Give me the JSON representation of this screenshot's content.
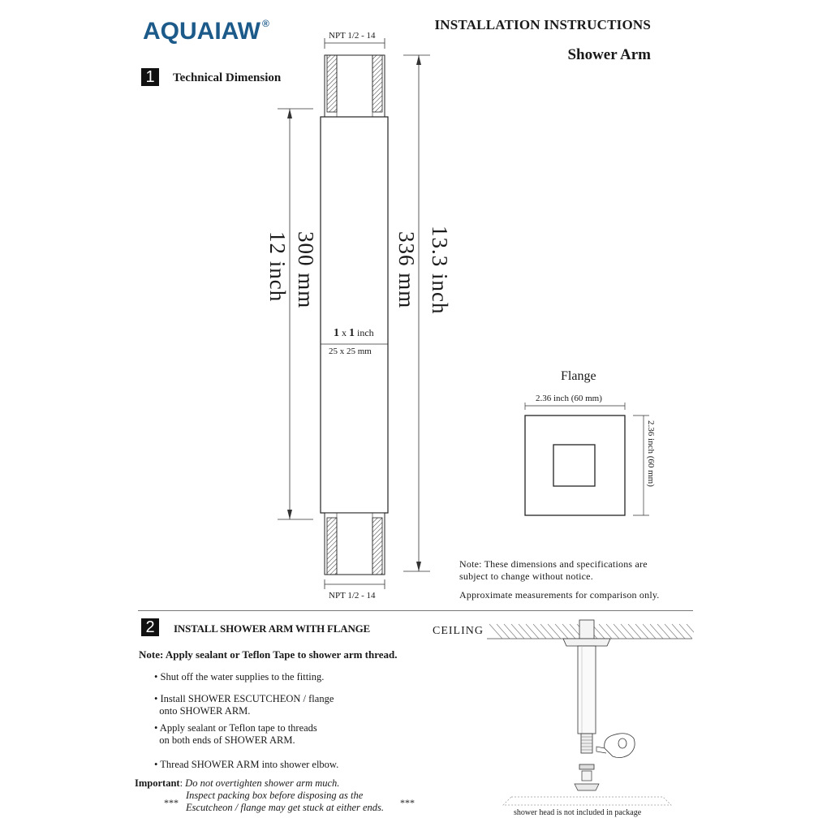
{
  "header": {
    "logo_text": "AQUAIAW",
    "logo_symbol": "®",
    "title": "INSTALLATION INSTRUCTIONS",
    "subtitle": "Shower Arm"
  },
  "section1": {
    "number": "1",
    "title": "Technical Dimension",
    "npt_top": "NPT 1/2 - 14",
    "npt_bottom": "NPT 1/2 - 14",
    "length_mm": "300 mm",
    "length_in": "12 inch",
    "total_mm": "336 mm",
    "total_in": "13.3 inch",
    "section_in_a": "1",
    "section_in_x": " x ",
    "section_in_b": "1",
    "section_in_unit": " inch",
    "section_mm": "25 x 25 mm",
    "flange_title": "Flange",
    "flange_width": "2.36 inch (60 mm)",
    "flange_height": "2.36 inch (60 mm)",
    "note_line1": "Note: These dimensions and specifications are",
    "note_line2": "subject to change without notice.",
    "approx": "Approximate measurements for comparison only."
  },
  "section2": {
    "number": "2",
    "title": "INSTALL SHOWER ARM WITH FLANGE",
    "note": "Note: Apply sealant or Teflon Tape to shower arm thread.",
    "bullets": [
      "• Shut off the water supplies to the fitting.",
      "• Install SHOWER ESCUTCHEON / flange",
      "  onto SHOWER ARM.",
      "• Apply sealant or Teflon tape to threads",
      "  on both ends of SHOWER ARM.",
      "• Thread SHOWER ARM into shower elbow."
    ],
    "important_label": "Important",
    "important_colon": ": ",
    "important_line1": "Do not overtighten shower arm much.",
    "important_line2": "Inspect packing box before disposing as the",
    "important_line3": "Escutcheon / flange may get stuck at either ends.",
    "stars_left": "***",
    "stars_right": "***",
    "ceiling_label": "CEILING",
    "footer_caption": "shower  head is not included in package"
  }
}
